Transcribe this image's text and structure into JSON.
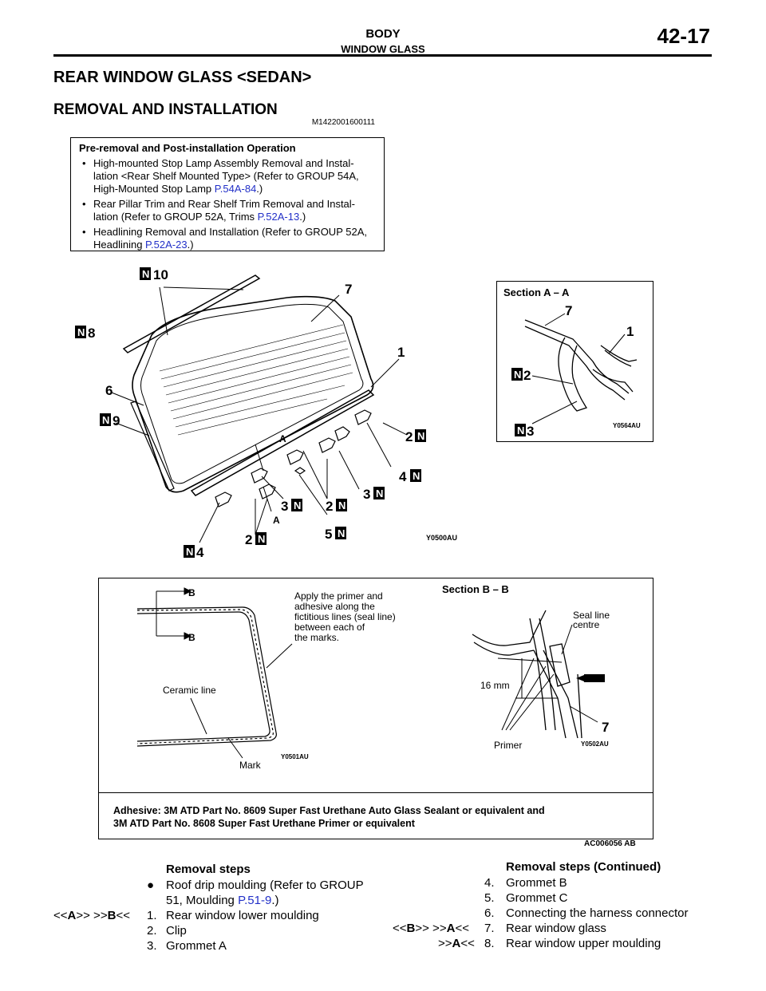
{
  "header": {
    "section": "BODY",
    "subsection": "WINDOW GLASS",
    "page": "42-17"
  },
  "title": "REAR WINDOW GLASS <SEDAN>",
  "subtitle": "REMOVAL AND INSTALLATION",
  "doc_code": "M1422001600111",
  "pre_op": {
    "heading": "Pre-removal and Post-installation Operation",
    "items": [
      {
        "text": "High-mounted Stop Lamp Assembly Removal and Instal-lation <Rear Shelf Mounted Type> (Refer to GROUP 54A, High-Mounted Stop Lamp ",
        "link": "P.54A-84",
        "tail": ".)"
      },
      {
        "text": "Rear Pillar Trim and Rear Shelf Trim Removal and Instal-lation (Refer to GROUP 52A, Trims ",
        "link": "P.52A-13",
        "tail": ".)"
      },
      {
        "text": "Headlining Removal and Installation (Refer to GROUP 52A, Headlining ",
        "link": "P.52A-23",
        "tail": ".)"
      }
    ]
  },
  "diagram_main": {
    "code": "Y0500AU",
    "labels": [
      "10",
      "7",
      "8",
      "1",
      "6",
      "9",
      "2",
      "4",
      "3",
      "2",
      "3",
      "5",
      "2",
      "4",
      "A",
      "A"
    ],
    "new_part_mark": "N"
  },
  "section_a": {
    "title": "Section A – A",
    "code": "Y0564AU",
    "labels": [
      "7",
      "1",
      "2",
      "3"
    ]
  },
  "section_b_box": {
    "b_label": "B",
    "primer_note": [
      "Apply the primer and",
      "adhesive along the",
      "fictitious lines (seal line)",
      "between each of",
      "the marks."
    ],
    "ceramic": "Ceramic line",
    "mark": "Mark",
    "code_left": "Y0501AU",
    "section_title": "Section B – B",
    "seal": [
      "Seal line",
      "centre"
    ],
    "dim": "16 mm",
    "primer": "Primer",
    "num7": "7",
    "code_right": "Y0502AU",
    "adhesive_line1": "Adhesive: 3M ATD Part No. 8609 Super Fast Urethane Auto Glass Sealant or equivalent and",
    "adhesive_line2": "3M ATD Part No. 8608 Super Fast Urethane Primer or equivalent"
  },
  "figure_code": "AC006056 AB",
  "removal_steps": {
    "heading": "Removal steps",
    "bullet_item": "Roof drip moulding (Refer to GROUP",
    "bullet_item2": "51, Moulding ",
    "bullet_link": "P.51-9",
    "bullet_tail": ".)",
    "items": [
      {
        "num": "1.",
        "label": "Rear window lower moulding",
        "tag_open": "<<",
        "tag1": "A",
        "tag_mid": ">>  >>",
        "tag2": "B",
        "tag_close": "<<"
      },
      {
        "num": "2.",
        "label": "Clip"
      },
      {
        "num": "3.",
        "label": "Grommet A"
      }
    ]
  },
  "removal_steps_cont": {
    "heading": "Removal steps (Continued)",
    "items": [
      {
        "num": "4.",
        "label": "Grommet B"
      },
      {
        "num": "5.",
        "label": "Grommet C"
      },
      {
        "num": "6.",
        "label": "Connecting the harness connector"
      },
      {
        "num": "7.",
        "label": "Rear window glass",
        "tag_open": "<<",
        "tag1": "B",
        "tag_mid": ">>  >>",
        "tag2": "A",
        "tag_close": "<<"
      },
      {
        "num": "8.",
        "label": "Rear window upper moulding",
        "tag_open": ">>",
        "tag2": "A",
        "tag_close": "<<"
      }
    ]
  }
}
